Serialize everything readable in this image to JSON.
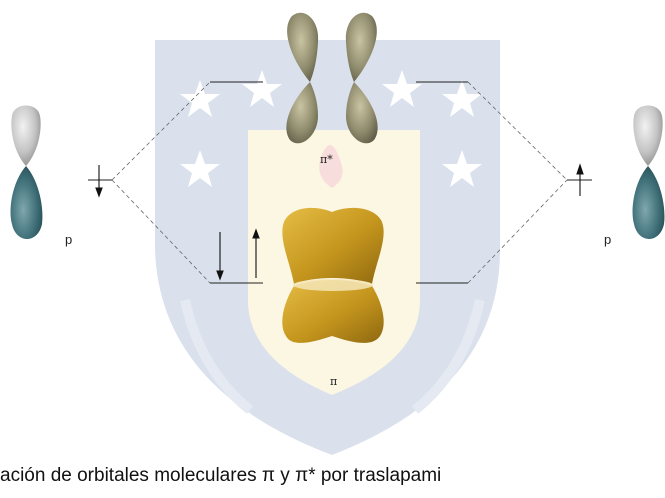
{
  "diagram": {
    "left_atomic_orbital_label": "p",
    "right_atomic_orbital_label": "p",
    "antibonding_label": "π*",
    "bonding_label": "π",
    "caption": "ación de orbitales moleculares π y π* por traslapami"
  },
  "colors": {
    "watermark_shield": "#5b79ad",
    "watermark_yellow": "#e8c84e",
    "lobe_gray": "#c8c8c8",
    "lobe_teal": "#3e6f78",
    "antibonding_lobe": "#8d8a6c",
    "bonding_lobe": "#c8991f"
  }
}
